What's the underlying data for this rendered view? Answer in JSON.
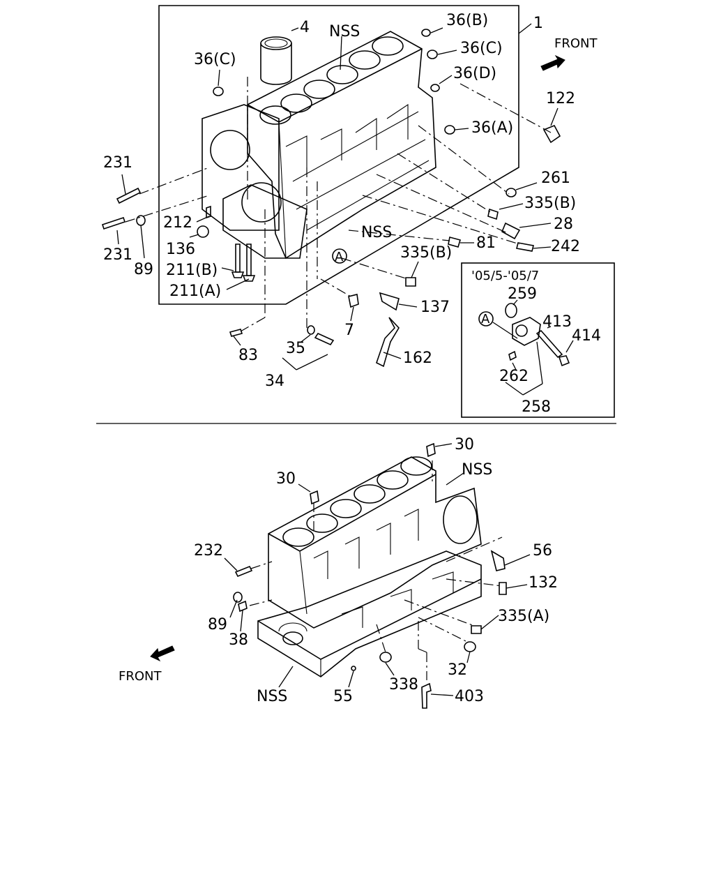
{
  "top": {
    "labels": [
      "4",
      "NSS",
      "36(B)",
      "1",
      "36(C)",
      "36(C)",
      "36(D)",
      "FRONT",
      "122",
      "36(A)",
      "231",
      "231",
      "261",
      "335(B)",
      "212",
      "28",
      "136",
      "242",
      "89",
      "211(B)",
      "81",
      "211(A)",
      "335(B)",
      "137",
      "7",
      "NSS",
      "83",
      "35",
      "162",
      "34"
    ],
    "circle_callout": "A",
    "inset": {
      "title": "'05/5-'05/7",
      "labels": [
        "259",
        "413",
        "414",
        "262",
        "258"
      ],
      "circle_callout": "A"
    }
  },
  "bottom": {
    "labels": [
      "30",
      "30",
      "NSS",
      "232",
      "56",
      "132",
      "89",
      "38",
      "335(A)",
      "FRONT",
      "32",
      "NSS",
      "55",
      "338",
      "403"
    ]
  },
  "icons": [
    "front-arrow-icon",
    "front-arrow-icon"
  ]
}
